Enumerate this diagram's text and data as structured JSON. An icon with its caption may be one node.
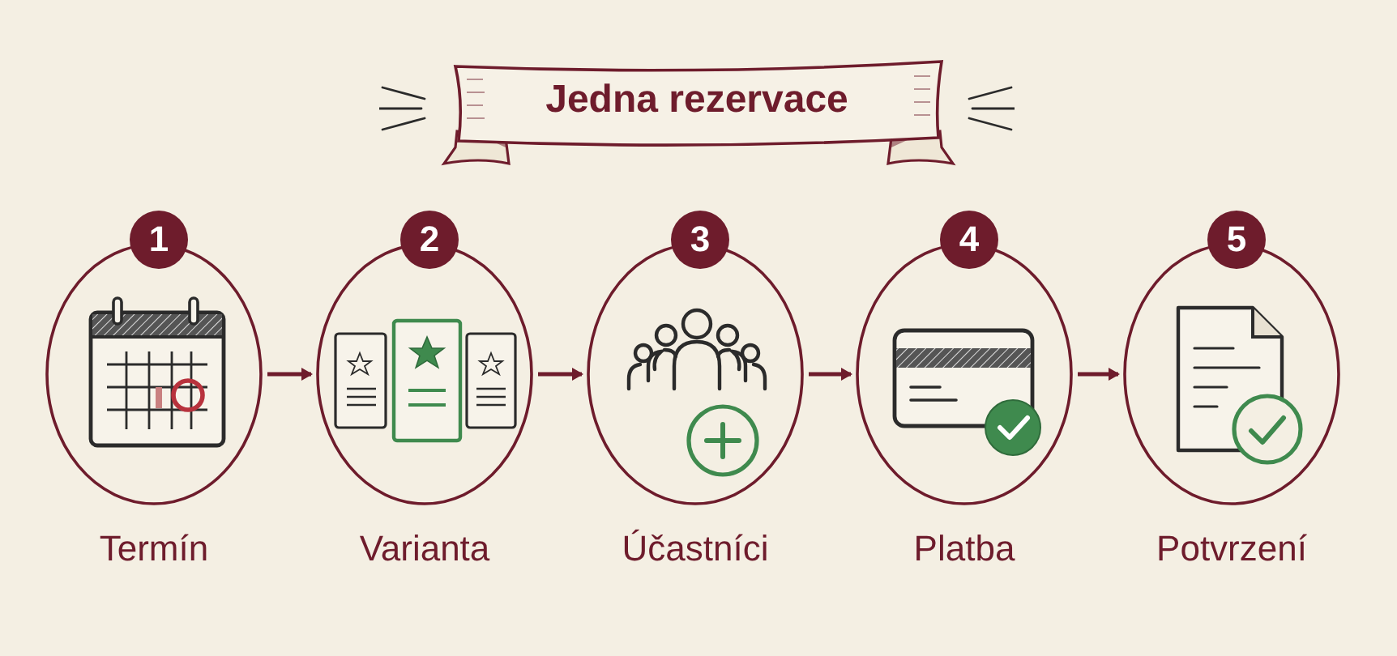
{
  "diagram": {
    "title": "Jedna rezervace",
    "nodes": [
      {
        "text": [
          "1",
          "Termín"
        ]
      },
      {
        "text": [
          "2",
          "Varianta"
        ]
      },
      {
        "text": [
          "3",
          "Účastníci"
        ]
      },
      {
        "text": [
          "4",
          "Platba"
        ]
      },
      {
        "text": [
          "5",
          "Potvrzení"
        ]
      }
    ],
    "edges": [
      {
        "from": 0,
        "to": 1,
        "arrow": "to"
      },
      {
        "from": 1,
        "to": 2,
        "arrow": "to"
      },
      {
        "from": 2,
        "to": 3,
        "arrow": "to"
      },
      {
        "from": 3,
        "to": 4,
        "arrow": "to"
      }
    ]
  }
}
